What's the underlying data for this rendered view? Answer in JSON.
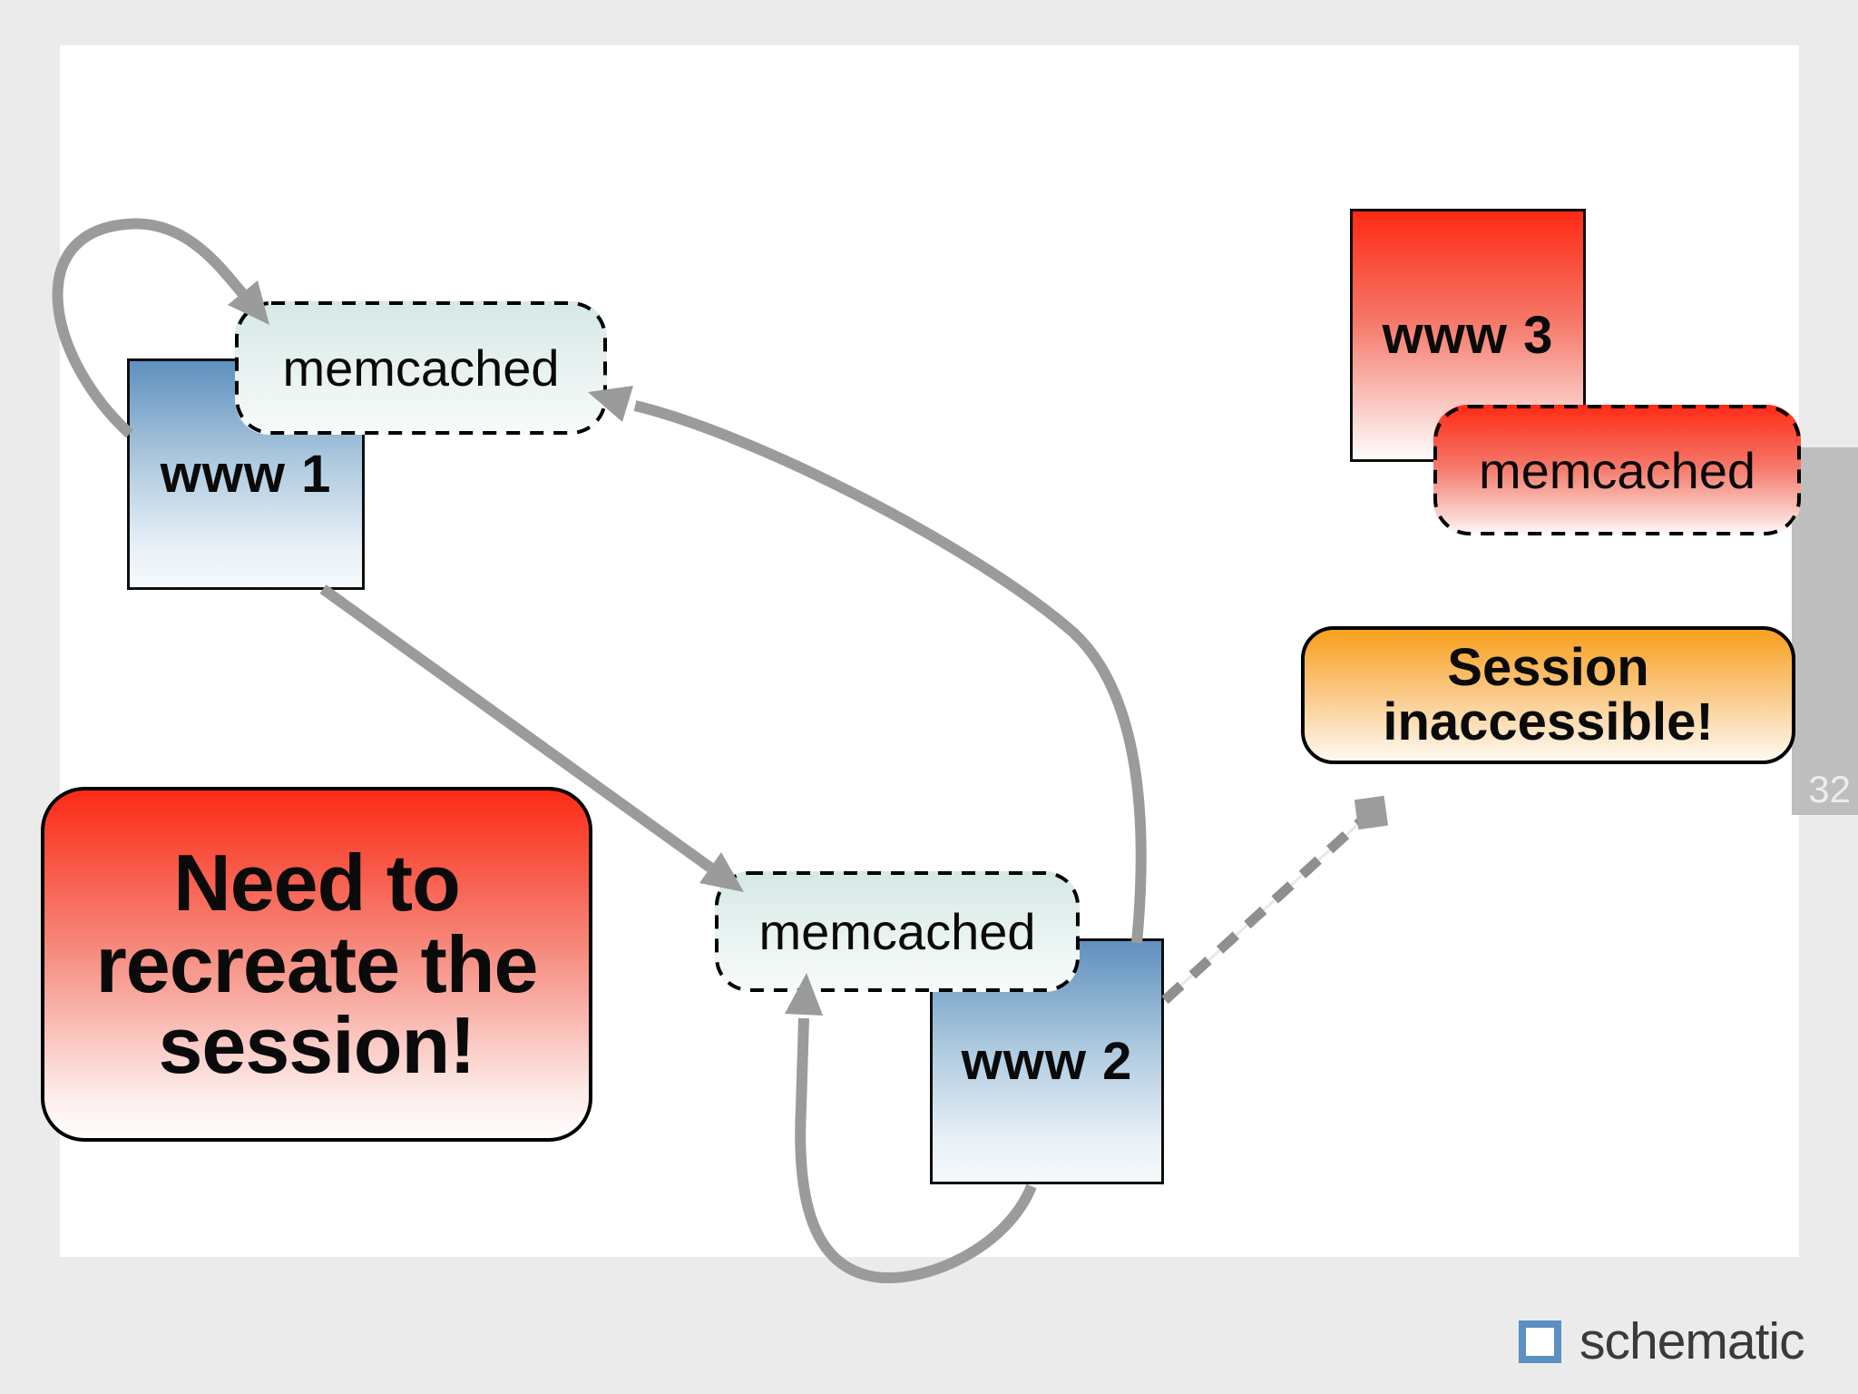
{
  "slide": {
    "page_number": "32",
    "background_color": "#EBEBEB",
    "slide_color": "#FFFFFF",
    "tab_color": "#BEBEBE"
  },
  "nodes": {
    "www1": {
      "label": "www 1"
    },
    "www2": {
      "label": "www 2"
    },
    "www3": {
      "label": "www 3"
    },
    "memcached1": {
      "label": "memcached"
    },
    "memcached2": {
      "label": "memcached"
    },
    "memcached3": {
      "label": "memcached"
    }
  },
  "callouts": {
    "session": {
      "line1": "Session",
      "line2": "inaccessible!"
    },
    "need": {
      "line1": "Need to",
      "line2": "recreate the",
      "line3": "session!"
    }
  },
  "edges": [
    {
      "from": "www 1",
      "to": "memcached (top)",
      "style": "curved-loop-arrow"
    },
    {
      "from": "www 1",
      "to": "memcached (middle)",
      "style": "straight-arrow"
    },
    {
      "from": "www 2",
      "to": "memcached (top)",
      "style": "curved-arrow"
    },
    {
      "from": "www 2",
      "to": "memcached (middle)",
      "style": "curved-loop-arrow"
    },
    {
      "from": "www 2",
      "to": "Session inaccessible!",
      "style": "dashed-link"
    }
  ],
  "footer": {
    "logo": "schematic"
  },
  "colors": {
    "arrow": "#9B9B9B",
    "dashed_link": "#8F8F8F",
    "blue_node_top": "#5F90BE",
    "red_node_top": "#FE2A14",
    "teal_node_top": "#D5E8E6",
    "orange_callout_top": "#F7A01D",
    "node_border": "#000000",
    "logo_blue": "#5C8FC2",
    "page_number_text": "#EDEDED"
  }
}
